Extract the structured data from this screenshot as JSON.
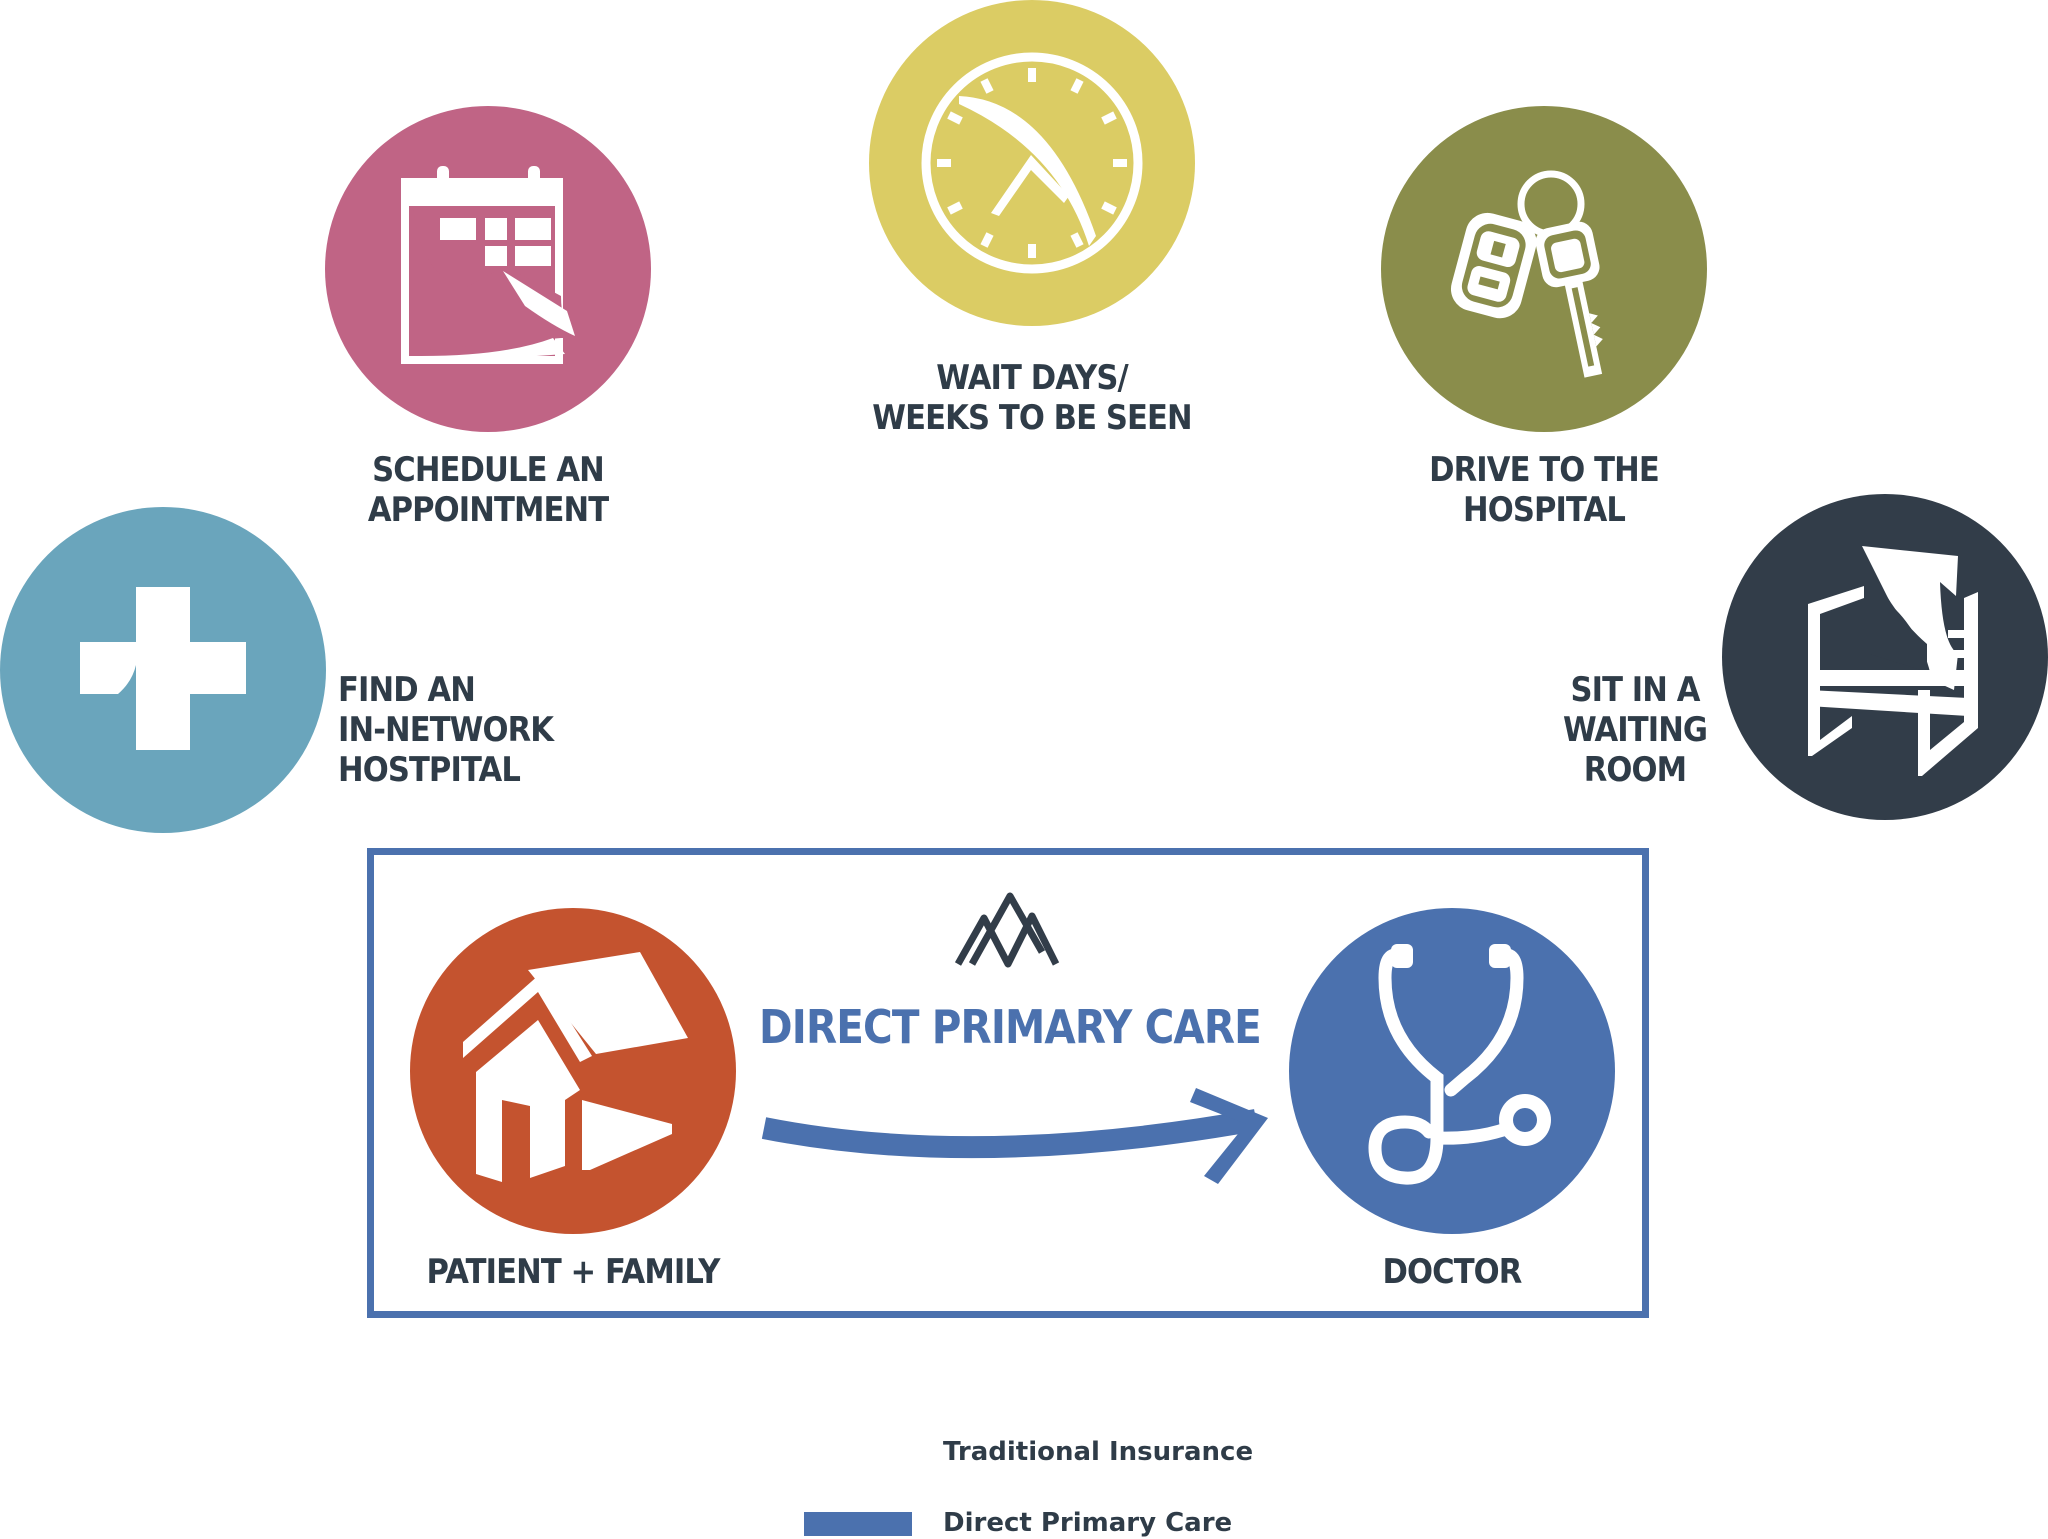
{
  "colors": {
    "find": "#6aa5bc",
    "schedule": "#c06485",
    "wait": "#dbcc64",
    "drive": "#8a8d4b",
    "sit": "#323d49",
    "patient": "#c4532f",
    "doctor": "#4b71ae",
    "text_dark": "#2f3c48"
  },
  "steps": [
    {
      "id": "find",
      "icon": "plus-icon",
      "lines": [
        "FIND AN",
        "IN-NETWORK",
        "HOSTPITAL"
      ]
    },
    {
      "id": "schedule",
      "icon": "calendar-icon",
      "lines": [
        "SCHEDULE AN",
        "APPOINTMENT"
      ]
    },
    {
      "id": "wait",
      "icon": "clock-icon",
      "lines": [
        "WAIT DAYS/",
        "WEEKS TO BE SEEN"
      ]
    },
    {
      "id": "drive",
      "icon": "car-keys-icon",
      "lines": [
        "DRIVE TO THE",
        "HOSPITAL"
      ]
    },
    {
      "id": "sit",
      "icon": "chair-icon",
      "lines": [
        "SIT IN A",
        "WAITING",
        "ROOM"
      ]
    }
  ],
  "dpc": {
    "title": "DIRECT PRIMARY CARE",
    "patient_label": "PATIENT + FAMILY",
    "doctor_label": "DOCTOR",
    "patient_icon": "house-icon",
    "doctor_icon": "stethoscope-icon",
    "logo_icon": "mountain-logo-icon"
  },
  "legend": {
    "items": [
      {
        "label": "Traditional Insurance",
        "swatch": "none"
      },
      {
        "label": "Direct Primary Care",
        "swatch": "#4b71ae"
      }
    ]
  }
}
